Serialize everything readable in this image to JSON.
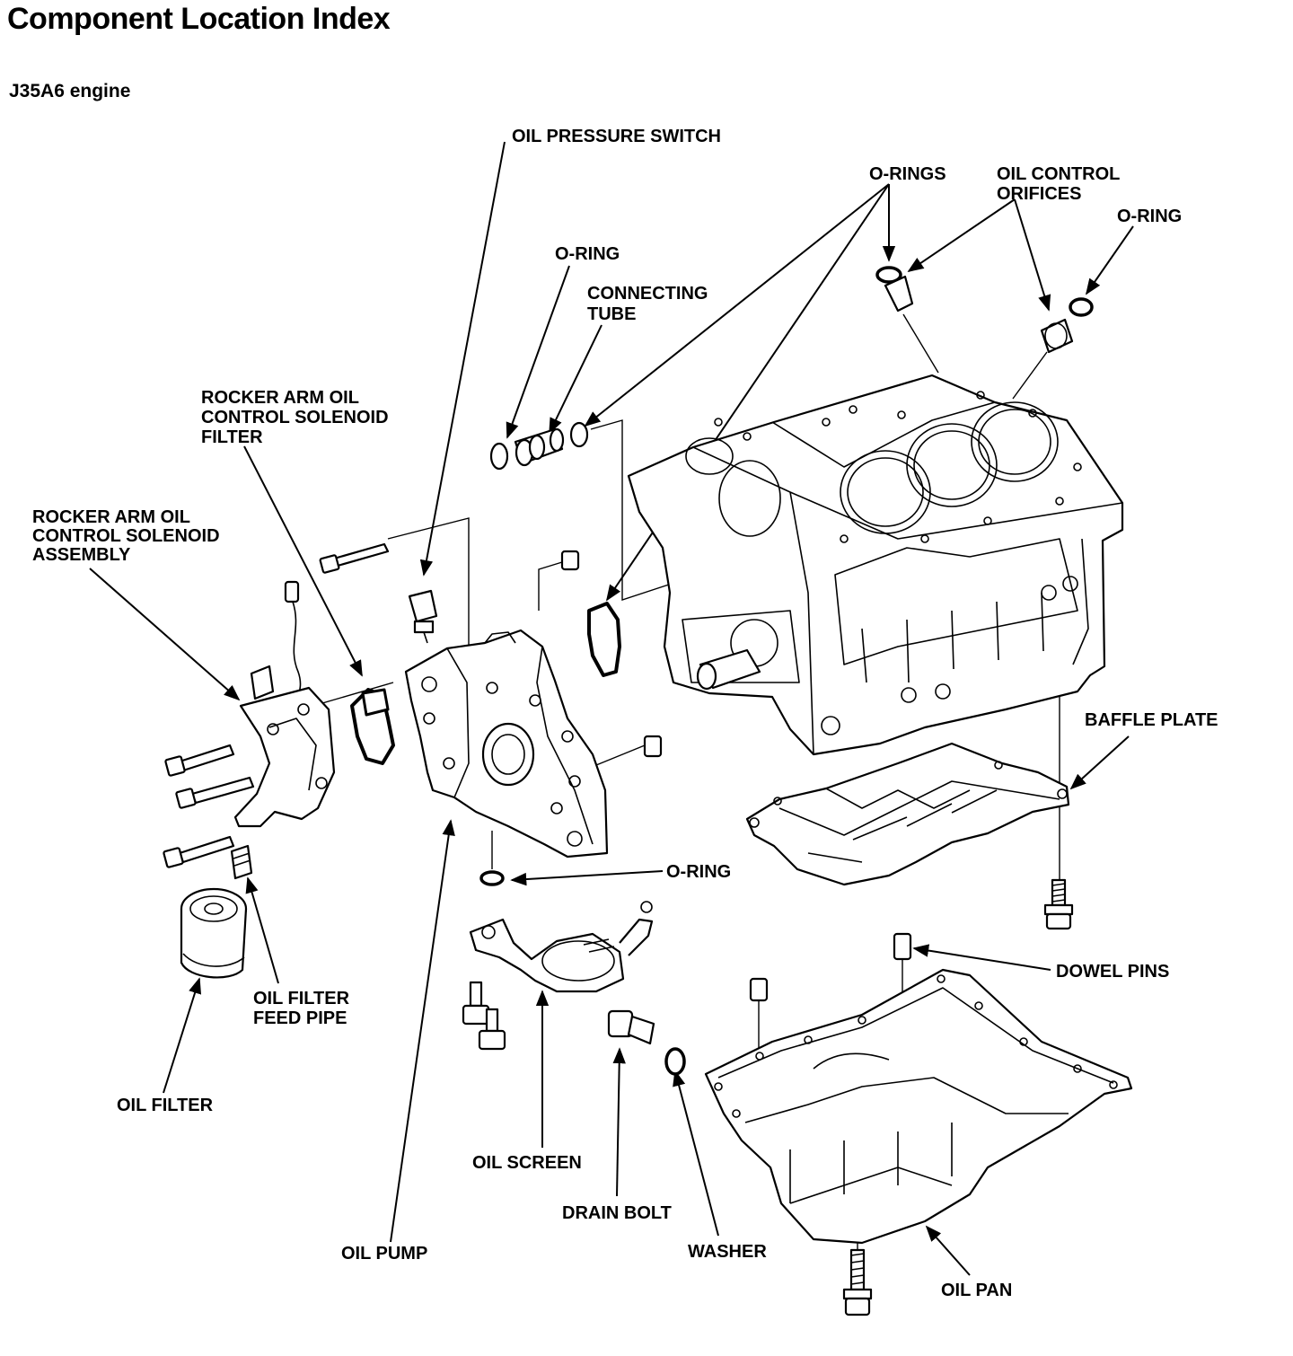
{
  "page": {
    "title": "Component Location Index",
    "subtitle": "J35A6 engine"
  },
  "labels": {
    "oil_pressure_switch": "OIL PRESSURE SWITCH",
    "o_rings_top": "O-RINGS",
    "oil_control_orifices_1": "OIL CONTROL",
    "oil_control_orifices_2": "ORIFICES",
    "o_ring_right": "O-RING",
    "o_ring_tube": "O-RING",
    "connecting_tube_1": "CONNECTING",
    "connecting_tube_2": "TUBE",
    "rocker_filter_1": "ROCKER ARM OIL",
    "rocker_filter_2": "CONTROL SOLENOID",
    "rocker_filter_3": "FILTER",
    "rocker_assembly_1": "ROCKER ARM OIL",
    "rocker_assembly_2": "CONTROL SOLENOID",
    "rocker_assembly_3": "ASSEMBLY",
    "baffle_plate": "BAFFLE PLATE",
    "o_ring_screen": "O-RING",
    "dowel_pins": "DOWEL PINS",
    "oil_filter_feed_pipe_1": "OIL FILTER",
    "oil_filter_feed_pipe_2": "FEED PIPE",
    "oil_filter": "OIL FILTER",
    "oil_screen": "OIL SCREEN",
    "drain_bolt": "DRAIN BOLT",
    "washer": "WASHER",
    "oil_pump": "OIL PUMP",
    "oil_pan": "OIL PAN"
  }
}
